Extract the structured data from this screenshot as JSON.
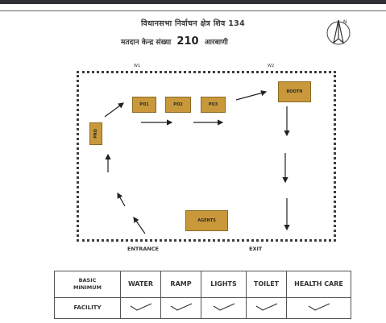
{
  "header": {
    "line1": "विधानसभा निर्वाचन क्षेत्र शिव 134",
    "line2_left": "मतदान केन्द्र संख्या",
    "booth_number": "210",
    "line2_right": "आरबाणी",
    "compass_letter": "N"
  },
  "layout": {
    "door_left": "W1",
    "door_right": "W2",
    "booths": [
      {
        "id": "pro",
        "label": "PRO"
      },
      {
        "id": "po1",
        "label": "PO1"
      },
      {
        "id": "po2",
        "label": "PO2"
      },
      {
        "id": "po3",
        "label": "PO3"
      },
      {
        "id": "booth",
        "label": "BOOTH"
      },
      {
        "id": "agents",
        "label": "AGENTS"
      }
    ],
    "entrance": "ENTRANCE",
    "exit": "EXIT"
  },
  "facilities": {
    "row_header": "BASIC\nMINIMUM",
    "columns": [
      "WATER",
      "RAMP",
      "LIGHTS",
      "TOILET",
      "HEALTH CARE"
    ],
    "row_label": "FACILITY",
    "status": [
      "✓",
      "✓",
      "✓",
      "✓",
      "✓"
    ]
  },
  "colors": {
    "box_fill": "#c9983a",
    "ink": "#222222"
  }
}
